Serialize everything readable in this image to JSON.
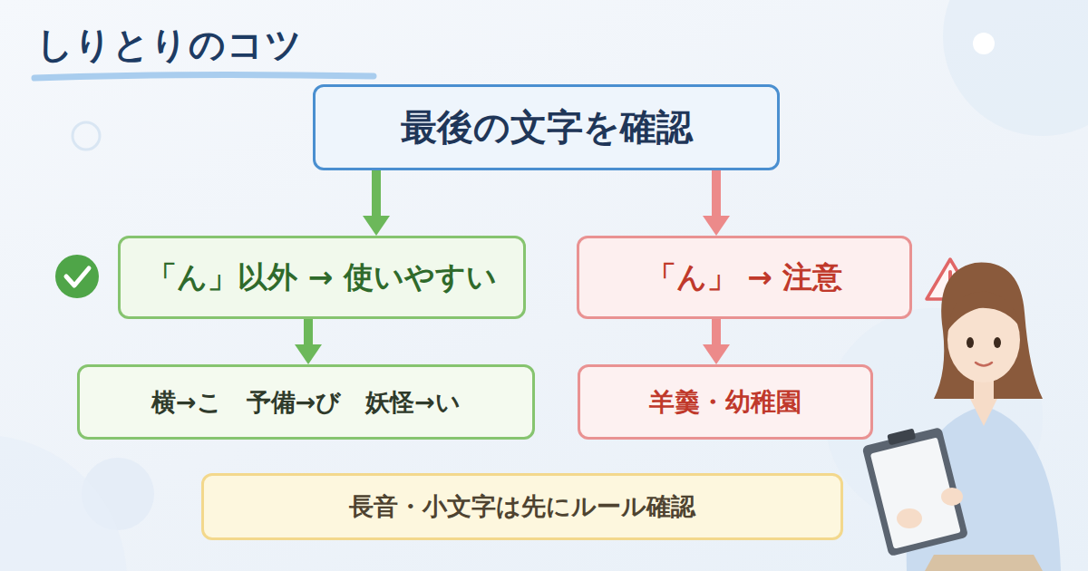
{
  "diagram": {
    "title": "しりとりのコツ",
    "nodes": [
      {
        "text": [
          "最後の文字を確認"
        ]
      },
      {
        "text": [
          "「ん」以外 → 使いやすい"
        ]
      },
      {
        "text": [
          "「ん」 → 注意"
        ]
      },
      {
        "text": [
          "横→こ　予備→び　妖怪→い"
        ]
      },
      {
        "text": [
          "羊羹・幼稚園"
        ]
      },
      {
        "text": [
          "長音・小文字は先にルール確認"
        ]
      }
    ],
    "edges": [
      {
        "from": 0,
        "to": 1,
        "arrow": "to"
      },
      {
        "from": 0,
        "to": 2,
        "arrow": "to"
      },
      {
        "from": 1,
        "to": 3,
        "arrow": "to"
      },
      {
        "from": 2,
        "to": 4,
        "arrow": "to"
      }
    ]
  }
}
